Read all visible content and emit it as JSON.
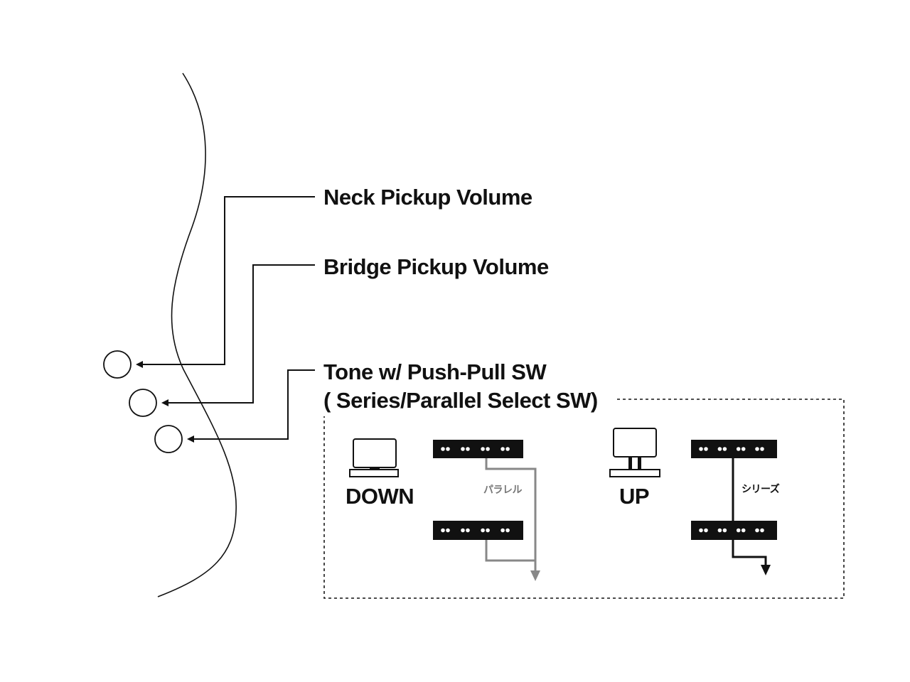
{
  "labels": {
    "neck_volume": "Neck Pickup Volume",
    "bridge_volume": "Bridge Pickup Volume",
    "tone_line1": "Tone w/ Push-Pull SW",
    "tone_line2": "( Series/Parallel Select SW)"
  },
  "switch_panel": {
    "down": {
      "label": "DOWN",
      "mode": "パラレル"
    },
    "up": {
      "label": "UP",
      "mode": "シリーズ"
    }
  },
  "colors": {
    "line": "#111111",
    "parallel_wire": "#888888",
    "series_wire": "#111111",
    "pickup_fill": "#111111",
    "pickup_dots": "#ffffff"
  }
}
